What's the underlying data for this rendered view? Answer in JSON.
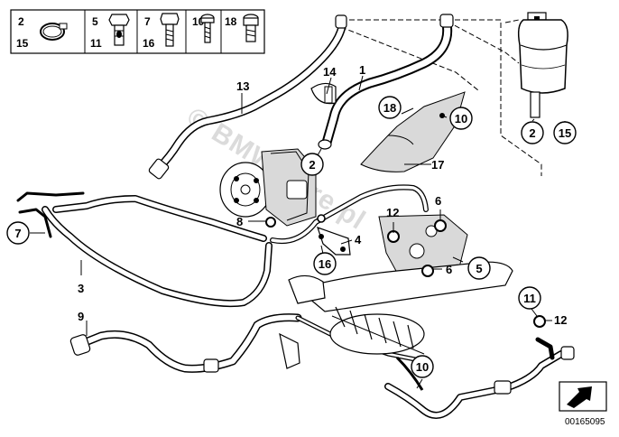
{
  "diagram": {
    "id_code": "00165095",
    "watermark": "© BMWstore.pl"
  },
  "legend": {
    "cells": [
      {
        "top": "2",
        "bottom": "15",
        "icon": "clamp-icon"
      },
      {
        "top": "5",
        "bottom": "11",
        "icon": "banjo-bolt-icon"
      },
      {
        "top": "7",
        "bottom": "16",
        "icon": "hex-bolt-icon"
      },
      {
        "top": "10",
        "bottom": "",
        "icon": "screw-icon"
      },
      {
        "top": "18",
        "bottom": "",
        "icon": "plug-icon"
      }
    ]
  },
  "callouts": {
    "c1": "1",
    "c2a": "2",
    "c2b": "2",
    "c3": "3",
    "c4": "4",
    "c5": "5",
    "c6a": "6",
    "c6b": "6",
    "c7": "7",
    "c8": "8",
    "c9": "9",
    "c10a": "10",
    "c10b": "10",
    "c11": "11",
    "c12a": "12",
    "c12b": "12",
    "c13": "13",
    "c14": "14",
    "c15": "15",
    "c16": "16",
    "c17": "17",
    "c18": "18"
  },
  "icons": {
    "nav_arrow": "arrow-icon"
  }
}
